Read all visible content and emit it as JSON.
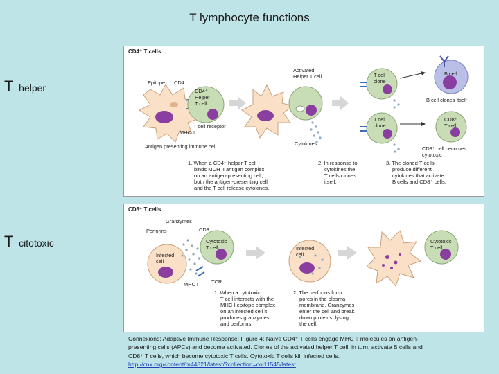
{
  "title": "T  lymphocyte functions",
  "labels": {
    "helper_main": "T",
    "helper_sub": "helper",
    "cytotoxic_main": "T",
    "cytotoxic_sub": "citotoxic"
  },
  "panels": {
    "cd4": {
      "header": "CD4⁺ T cells",
      "labels": {
        "epitope": "Epitope",
        "cd4": "CD4",
        "helper_cell_1": "CD4⁺",
        "helper_cell_2": "Helper",
        "helper_cell_3": "T cell",
        "tcr": "T cell receptor",
        "mhc2": "MHC II",
        "apc": "Antigen presenting immune cell",
        "activated_1": "Activated",
        "activated_2": "Helper T cell",
        "clone1_1": "T cell",
        "clone1_2": "clone",
        "clone2_1": "T cell",
        "clone2_2": "clone",
        "cytokines": "Cytokines",
        "bcell": "B cell",
        "bclones": "B cell clones itself",
        "cd8_1": "CD8⁺",
        "cd8_2": "T cell",
        "cd8becomes_1": "CD8⁺ cell becomes",
        "cd8becomes_2": "cytotoxic"
      },
      "steps": [
        [
          "1. When a CD4⁺ helper T cell",
          "binds MCH II antigen complex",
          "on an antigen-presenting cell,",
          "both the antigen-presenting cell",
          "and the T cell release cytokines."
        ],
        [
          "2. In response to",
          "cytokines the",
          "T cells clones",
          "itself."
        ],
        [
          "3. The cloned T cells",
          "produce different",
          "cytokines that activate",
          "B cells and CD8⁺ cells."
        ]
      ]
    },
    "cd8": {
      "header": "CD8⁺ T cells",
      "labels": {
        "granzymes": "Granzymes",
        "perforins": "Perforins",
        "cd8": "CD8",
        "cyto1_1": "Cytotoxic",
        "cyto1_2": "T cell",
        "infected1_1": "Infected",
        "infected1_2": "cell",
        "mhc1": "MHC I",
        "tcr": "TCR",
        "infected2_1": "Infected",
        "infected2_2": "cell",
        "cyto2_1": "Cytotoxic",
        "cyto2_2": "T cell"
      },
      "steps": [
        [
          "1. When a cytotoxic",
          "T cell interacts with the",
          "MHC I epitope complex",
          "on an infected cell it",
          "produces granzymes",
          "and perforins."
        ],
        [
          "2. The perforins form",
          "pores in the plasma",
          "membrane. Granzymes",
          "enter the cell and break",
          "down proteins, lysing",
          "the cell."
        ]
      ]
    }
  },
  "caption": {
    "line1": "Connexions; Adaptive Immune Response; Figure 4: Naïve CD4⁺ T cells engage MHC II molecules on antigen-",
    "line2": "presenting cells (APCs) and become activated. Clones of the activated helper T cell, in turn, activate B cells and",
    "line3": "CD8⁺ T cells, which become cytotoxic T cells. Cytotoxic T cells kill infected cells.",
    "link": "http://cnx.org/content/m44821/latest/?collection=col11545/latest"
  },
  "colors": {
    "background": "#bfe4e8",
    "tcell": "#c8ddb5",
    "nucleus": "#8a3fa0",
    "apc": "#fbe0c8",
    "bcell": "#b9bfe6",
    "arrow": "#d6d6d6"
  }
}
